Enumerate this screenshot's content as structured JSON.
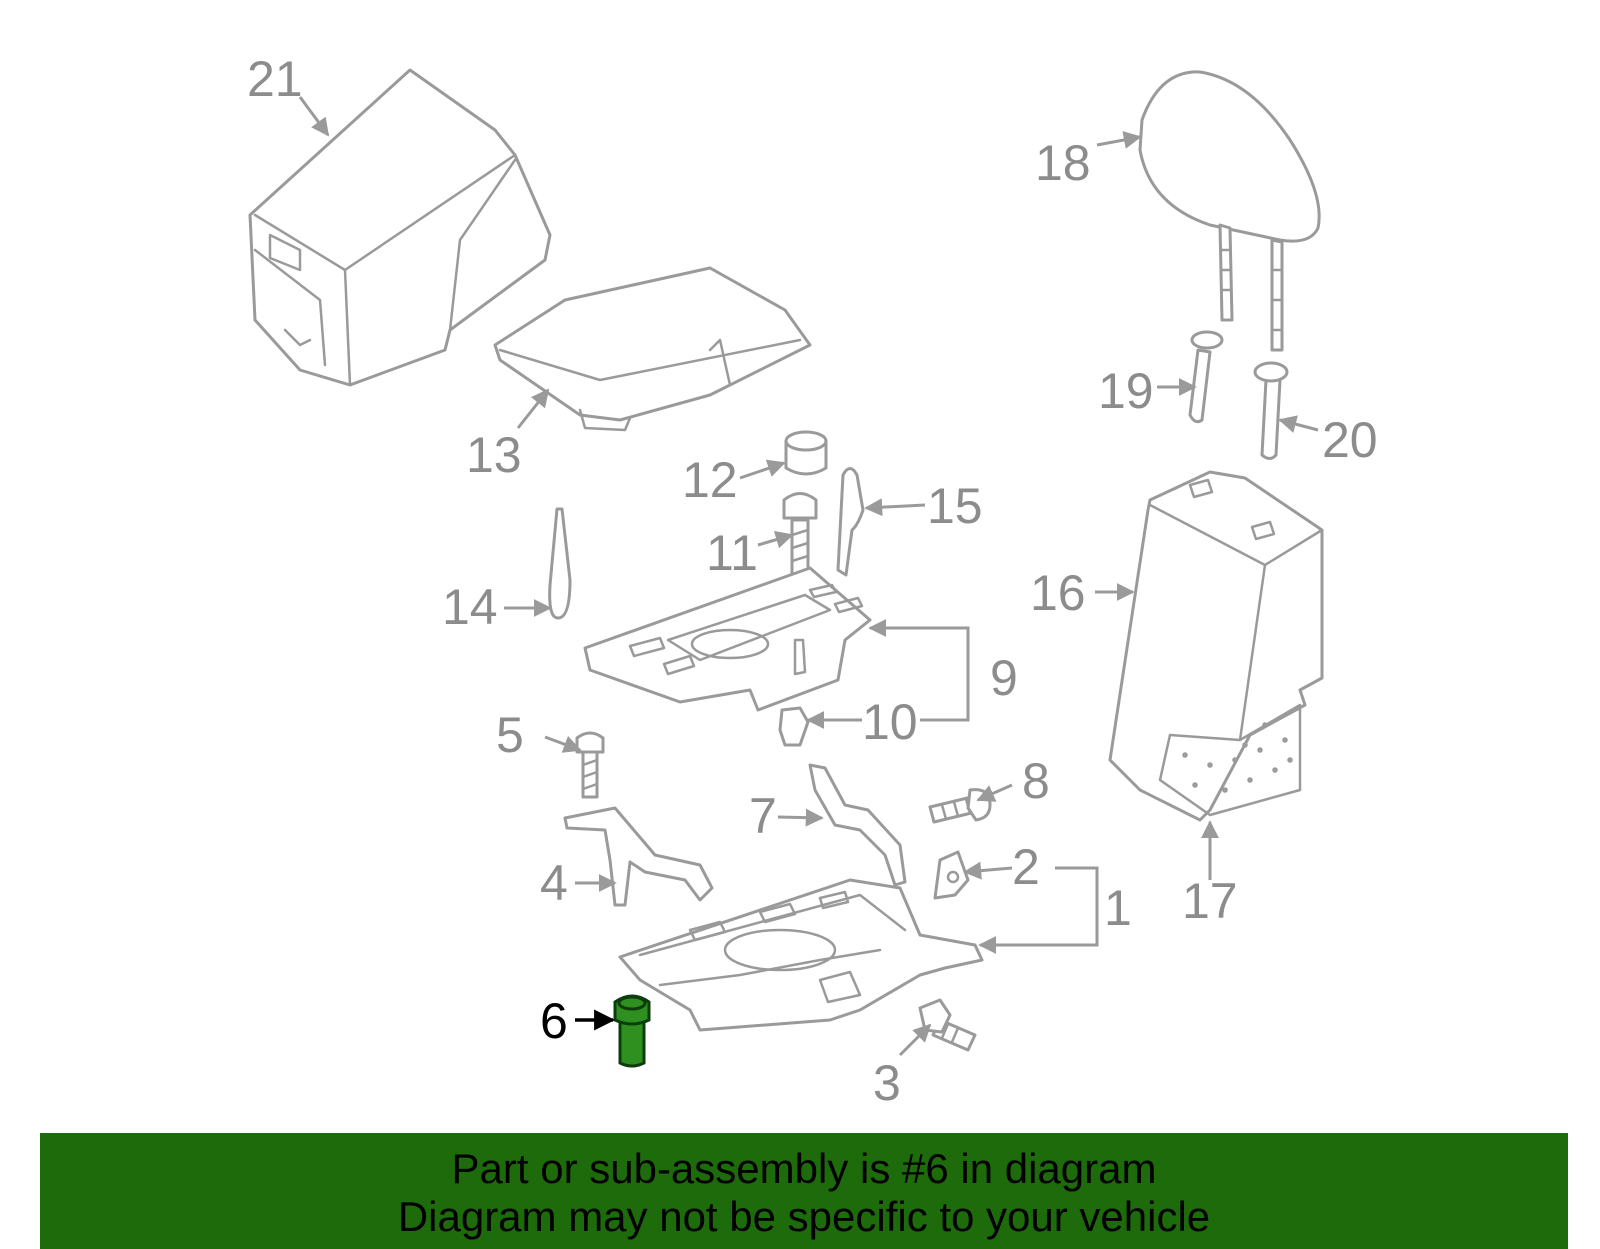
{
  "diagram": {
    "highlight_color": "#2f8f1f",
    "highlighted_part": "6",
    "labels": {
      "p1": "1",
      "p2": "2",
      "p3": "3",
      "p4": "4",
      "p5": "5",
      "p6": "6",
      "p7": "7",
      "p8": "8",
      "p9": "9",
      "p10": "10",
      "p11": "11",
      "p12": "12",
      "p13": "13",
      "p14": "14",
      "p15": "15",
      "p16": "16",
      "p17": "17",
      "p18": "18",
      "p19": "19",
      "p20": "20",
      "p21": "21"
    }
  },
  "banner": {
    "background": "#1d6b0b",
    "line1": "Part or sub-assembly is #6 in diagram",
    "line2": "Diagram may not be specific to your vehicle"
  }
}
